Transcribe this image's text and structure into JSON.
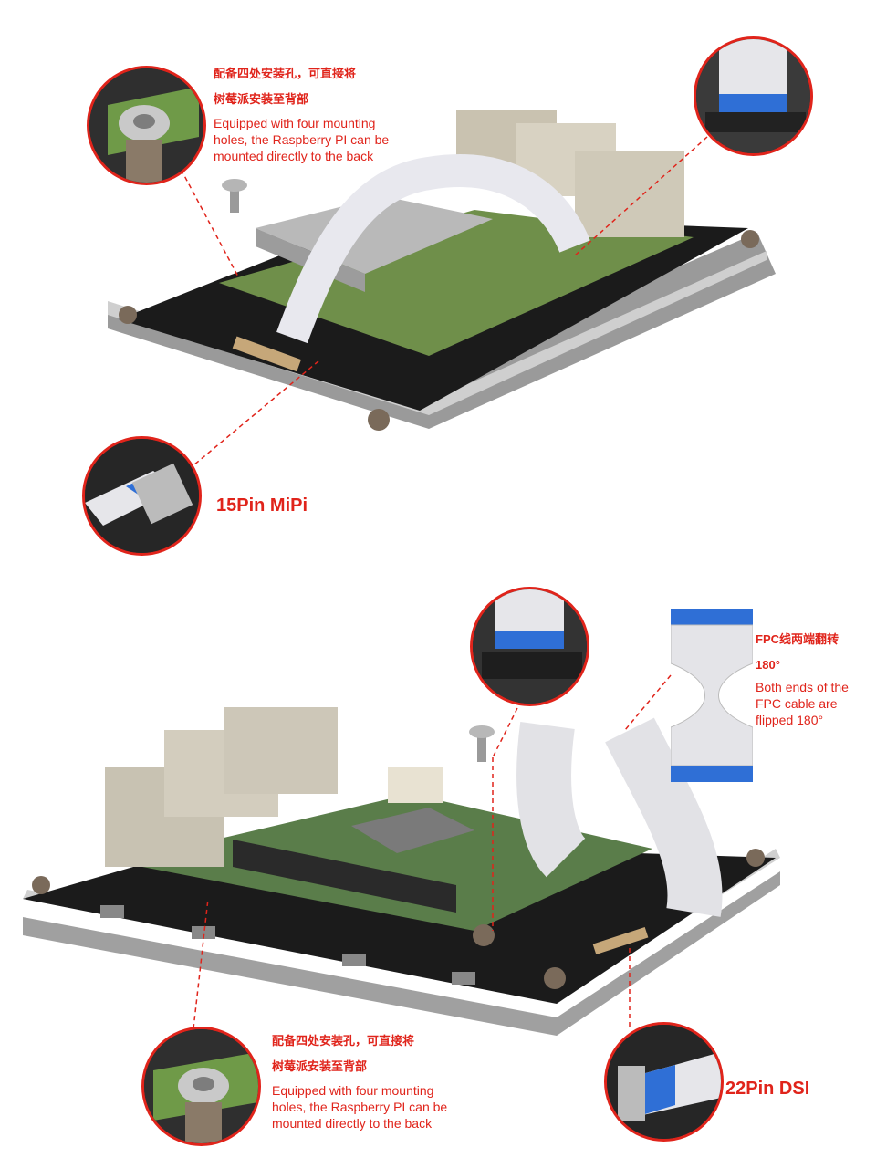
{
  "top": {
    "mount_cn_line1": "配备四处安装孔，可直接将",
    "mount_cn_line2": "树莓派安装至背部",
    "mount_en_line1": "Equipped with four mounting",
    "mount_en_line2": "holes, the Raspberry PI can be",
    "mount_en_line3": "mounted directly to the back",
    "connector_label": "15Pin  MiPi"
  },
  "bottom": {
    "fpc_cn": "FPC线两端翻转",
    "fpc_deg": "180°",
    "fpc_en_line1": "Both ends of the",
    "fpc_en_line2": "FPC cable are",
    "fpc_en_line3": "flipped 180°",
    "mount_cn_line1": "配备四处安装孔，可直接将",
    "mount_cn_line2": "树莓派安装至背部",
    "mount_en_line1": "Equipped with four mounting",
    "mount_en_line2": "holes, the Raspberry PI can be",
    "mount_en_line3": "mounted directly to the back",
    "connector_label": "22Pin  DSI"
  },
  "colors": {
    "accent": "#e0241b",
    "pcb_green": "#6f8f4a",
    "board_black": "#1e1e1e",
    "fpc_blue": "#2f6fd6"
  }
}
